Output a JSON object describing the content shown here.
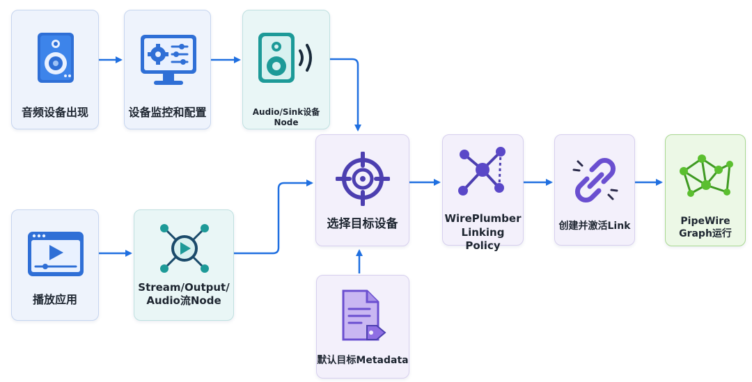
{
  "nodes": {
    "audio_device": "音频设备出现",
    "monitor_config": "设备监控和配置",
    "sink_node": "Audio/Sink设备Node",
    "select_target": "选择目标设备",
    "wireplumber_1": "WirePlumber",
    "wireplumber_2": "Linking Policy",
    "create_link": "创建并激活Link",
    "pipewire_1": "PipeWire",
    "pipewire_2": "Graph运行",
    "playback_app": "播放应用",
    "stream_1": "Stream/Output/",
    "stream_2": "Audio流Node",
    "metadata": "默认目标Metadata"
  },
  "colors": {
    "arrow": "#1f6fe0",
    "blue_card": "#eef3fc",
    "teal_card": "#e9f6f6",
    "purple_card": "#f3f0fb",
    "green_card": "#ecf8e6"
  },
  "icons": {
    "audio_device": "speaker-icon",
    "monitor_config": "monitor-settings-icon",
    "sink_node": "speaker-sound-icon",
    "select_target": "target-icon",
    "wireplumber": "graph-nodes-icon",
    "create_link": "chain-link-icon",
    "pipewire": "network-graph-icon",
    "playback_app": "video-player-icon",
    "stream": "stream-hub-icon",
    "metadata": "document-tag-icon"
  }
}
